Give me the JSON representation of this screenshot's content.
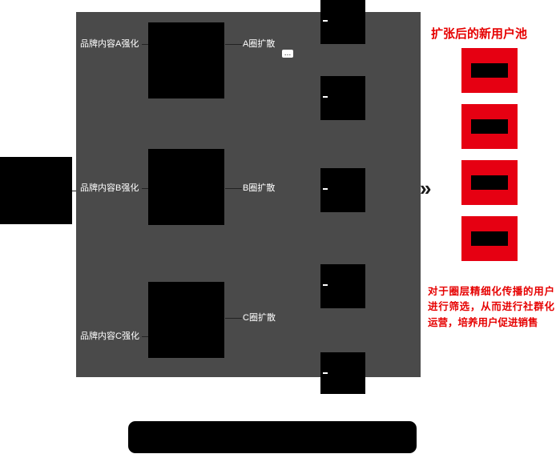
{
  "colors": {
    "panel_gray": "#4a4a4a",
    "box_black": "#000000",
    "accent_red": "#e60012",
    "text_red": "#e60000",
    "text_white": "#ffffff"
  },
  "diffusion_panel": {
    "rows": [
      {
        "content_label": "品牌内容A强化",
        "diffusion_label": "A圈扩散"
      },
      {
        "content_label": "品牌内容B强化",
        "diffusion_label": "B圈扩散"
      },
      {
        "content_label": "品牌内容C强化",
        "diffusion_label": "C圈扩散"
      }
    ]
  },
  "right_panel": {
    "title": "扩张后的新用户池",
    "description": "对于圈层精细化传播的用户进行筛选，从而进行社群化运营，培养用户促进销售"
  },
  "icons": {
    "flow_arrow": "»",
    "ellipsis": "…"
  }
}
